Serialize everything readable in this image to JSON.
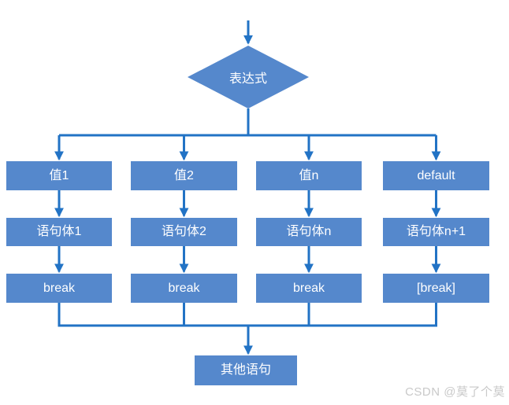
{
  "diagram": {
    "type": "flowchart",
    "decision": {
      "shape": "diamond",
      "label": "表达式"
    },
    "columns": [
      {
        "cells": [
          "值1",
          "语句体1",
          "break"
        ]
      },
      {
        "cells": [
          "值2",
          "语句体2",
          "break"
        ]
      },
      {
        "cells": [
          "值n",
          "语句体n",
          "break"
        ]
      },
      {
        "cells": [
          "default",
          "语句体n+1",
          "[break]"
        ]
      }
    ],
    "end": {
      "shape": "rect",
      "label": "其他语句"
    },
    "colors": {
      "node_fill": "#5588cc",
      "node_text": "#ffffff",
      "connector": "#2273c5",
      "background": "#ffffff",
      "watermark_text": "#c9c9c9"
    }
  },
  "watermark": {
    "text": "CSDN @莫了个莫"
  }
}
